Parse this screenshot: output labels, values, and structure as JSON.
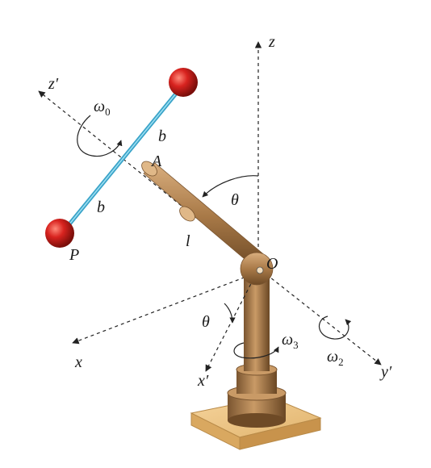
{
  "labels": {
    "z": "z",
    "z_prime": "z′",
    "x": "x",
    "x_prime": "x′",
    "y_prime": "y′",
    "omega0": "ω",
    "omega0_sub": "0",
    "omega2": "ω",
    "omega2_sub": "2",
    "omega3": "ω",
    "omega3_sub": "3",
    "theta_upper": "θ",
    "theta_lower": "θ",
    "b_upper": "b",
    "b_lower": "b",
    "A": "A",
    "P": "P",
    "l": "l",
    "O": "O"
  },
  "colors": {
    "ball": "#d8231f",
    "rod": "#3aa3c8",
    "arm": "#b8895a",
    "arm_dark": "#8a6238",
    "base": "#f2c98a",
    "axis": "#222222"
  }
}
